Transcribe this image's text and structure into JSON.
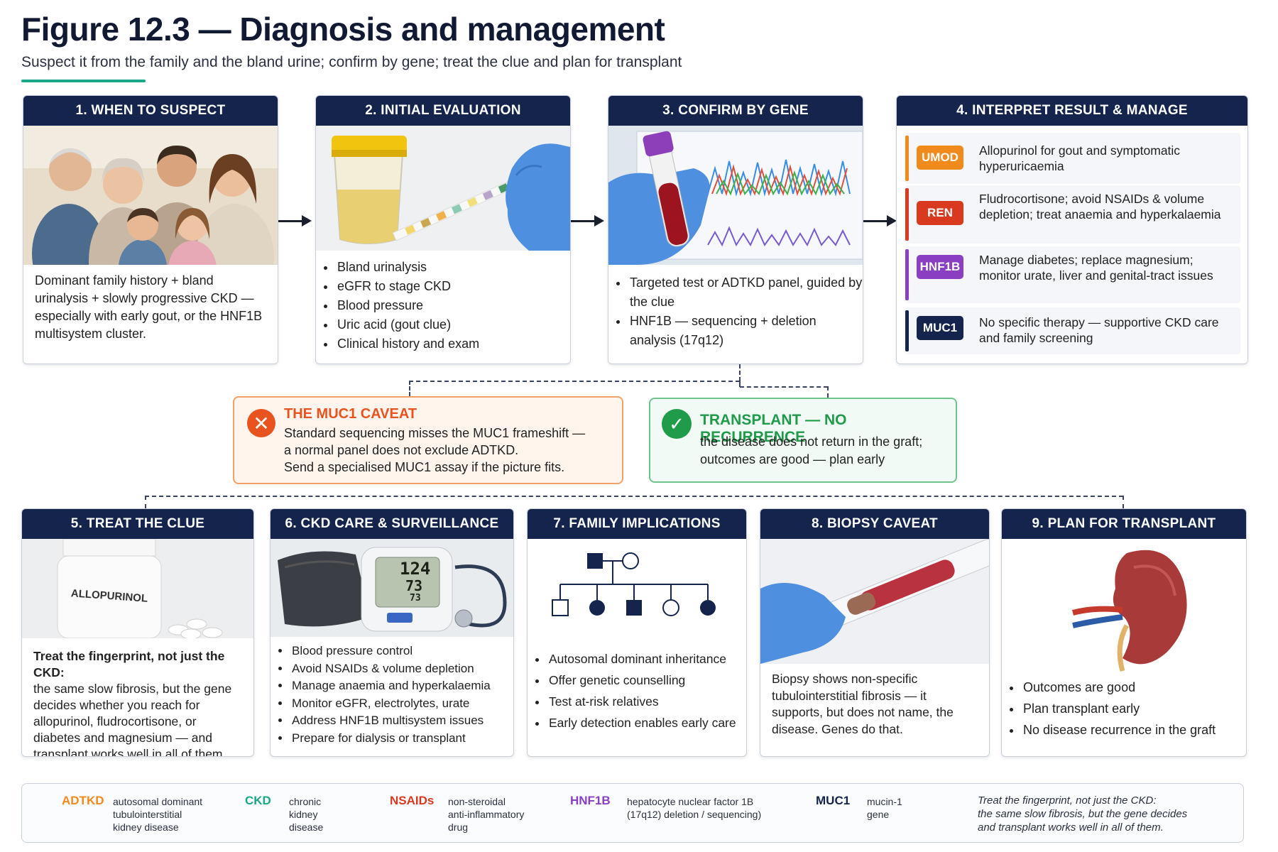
{
  "header": {
    "title": "Figure 12.3 — Diagnosis and management",
    "subtitle": "Suspect it from the family and the bland urine; confirm by gene; treat the clue and plan for transplant"
  },
  "colors": {
    "navy": "#14244c",
    "teal": "#1aa889",
    "umod": "#f08a1c",
    "ren": "#d93a1f",
    "hnf1b": "#8a3fc3",
    "muc1": "#14244c",
    "caveat_orange": "#e8531f",
    "ok_green": "#1f9b4a"
  },
  "cards": {
    "c1": {
      "title": "1.  WHEN TO SUSPECT",
      "text": "Dominant family history + bland urinalysis + slowly progressive CKD — especially with early gout, or the HNF1B multisystem cluster."
    },
    "c2": {
      "title": "2.  INITIAL EVALUATION",
      "bullets": [
        "Bland urinalysis",
        "eGFR to stage CKD",
        "Blood pressure",
        "Uric acid (gout clue)",
        "Clinical history and exam"
      ]
    },
    "c3": {
      "title": "3.  CONFIRM BY GENE",
      "bullets": [
        "Targeted test or ADTKD panel, guided by the clue",
        "HNF1B — sequencing + deletion analysis (17q12)"
      ]
    },
    "c4": {
      "title": "4.  INTERPRET RESULT & MANAGE",
      "rows": [
        {
          "gene": "UMOD",
          "text": "Allopurinol for gout and symptomatic hyperuricaemia"
        },
        {
          "gene": "REN",
          "text": "Fludrocortisone; avoid NSAIDs & volume depletion; treat anaemia and hyperkalaemia"
        },
        {
          "gene": "HNF1B",
          "text": "Manage diabetes; replace magnesium; monitor urate, liver and genital-tract issues"
        },
        {
          "gene": "MUC1",
          "text": "No specific therapy — supportive CKD care and family screening"
        }
      ]
    },
    "c5": {
      "title": "5.  TREAT THE CLUE",
      "bottle_label": "ALLOPURINOL",
      "lead": "Treat the fingerprint, not just the CKD:",
      "text": "the same slow fibrosis, but the gene decides whether you reach for allopurinol, fludrocortisone, or diabetes and magnesium — and transplant works well in all of them."
    },
    "c6": {
      "title": "6.  CKD CARE & SURVEILLANCE",
      "monitor": {
        "sys": "124",
        "dia": "73",
        "pulse": "73"
      },
      "bullets": [
        "Blood pressure control",
        "Avoid NSAIDs & volume depletion",
        "Manage anaemia and hyperkalaemia",
        "Monitor eGFR, electrolytes, urate",
        "Address HNF1B multisystem issues",
        "Prepare for dialysis or transplant"
      ]
    },
    "c7": {
      "title": "7.  FAMILY IMPLICATIONS",
      "bullets": [
        "Autosomal dominant inheritance",
        "Offer genetic counselling",
        "Test at-risk relatives",
        "Early detection enables early care"
      ]
    },
    "c8": {
      "title": "8.  BIOPSY CAVEAT",
      "text": "Biopsy shows non-specific tubulointerstitial fibrosis — it supports, but does not name, the disease. Genes do that."
    },
    "c9": {
      "title": "9.  PLAN FOR TRANSPLANT",
      "bullets": [
        "Outcomes are good",
        "Plan transplant early",
        "No disease recurrence in the graft"
      ]
    }
  },
  "caveats": {
    "muc1": {
      "icon": "x-circle-icon",
      "title": "THE MUC1 CAVEAT",
      "lines": [
        "Standard sequencing misses the MUC1 frameshift —",
        "a normal panel does not exclude ADTKD.",
        "Send a specialised MUC1 assay if the picture fits."
      ]
    },
    "transplant": {
      "icon": "check-circle-icon",
      "title": "TRANSPLANT — NO RECURRENCE",
      "lines": [
        "the disease does not return in the graft;",
        "outcomes are good — plan early"
      ]
    }
  },
  "legend": {
    "items": [
      {
        "abbr": "ADTKD",
        "def": [
          "autosomal dominant",
          "tubulointerstitial",
          "kidney disease"
        ]
      },
      {
        "abbr": "CKD",
        "def": [
          "chronic",
          "kidney",
          "disease"
        ]
      },
      {
        "abbr": "NSAIDs",
        "def": [
          "non-steroidal",
          "anti-inflammatory",
          "drug"
        ]
      },
      {
        "abbr": "HNF1B",
        "def": [
          "hepatocyte nuclear factor 1B",
          "(17q12) deletion / sequencing)"
        ]
      },
      {
        "abbr": "MUC1",
        "def": [
          "mucin-1",
          "gene"
        ]
      }
    ],
    "note": [
      "Treat the fingerprint, not just the CKD:",
      "the same slow fibrosis, but the gene decides",
      "and transplant works well in all of them."
    ]
  }
}
